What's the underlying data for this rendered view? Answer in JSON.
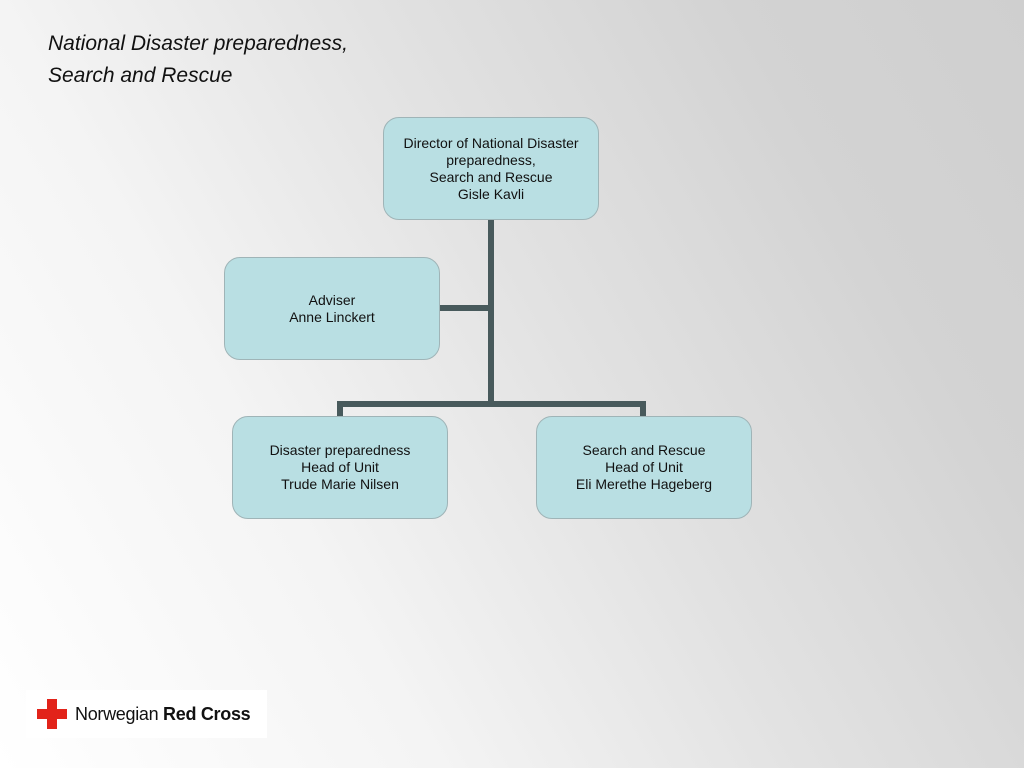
{
  "title": {
    "line1": "National Disaster preparedness,",
    "line2": "Search and Rescue"
  },
  "nodes": {
    "director": {
      "lines": [
        "Director of National Disaster",
        "preparedness,",
        "Search and Rescue",
        "Gisle Kavli"
      ]
    },
    "adviser": {
      "lines": [
        "Adviser",
        "Anne Linckert"
      ]
    },
    "disaster_preparedness": {
      "lines": [
        "Disaster preparedness",
        "Head of Unit",
        "Trude Marie Nilsen"
      ]
    },
    "search_and_rescue": {
      "lines": [
        "Search and Rescue",
        "Head of Unit",
        "Eli Merethe Hageberg"
      ]
    }
  },
  "colors": {
    "node_fill": "#b9dfe3",
    "connector": "#485a5c",
    "logo_red": "#e2231a"
  },
  "logo": {
    "icon": "red-cross-icon",
    "text_light": "Norwegian ",
    "text_bold": "Red Cross"
  }
}
